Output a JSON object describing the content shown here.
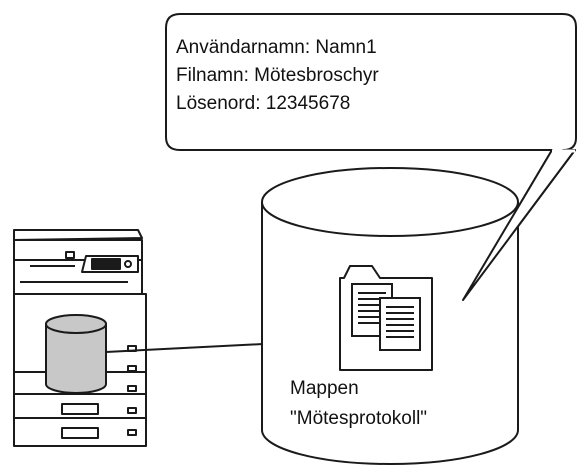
{
  "callout": {
    "username_line": "Användarnamn: Namn1",
    "filename_line": "Filnamn: Mötesbroschyr",
    "password_line": "Lösenord: 12345678"
  },
  "folder": {
    "line1": "Mappen",
    "line2": "\"Mötesprotokoll\""
  },
  "colors": {
    "stroke": "#1a1a1a",
    "disk_fill_small": "#c8c8c8",
    "background": "#ffffff"
  }
}
